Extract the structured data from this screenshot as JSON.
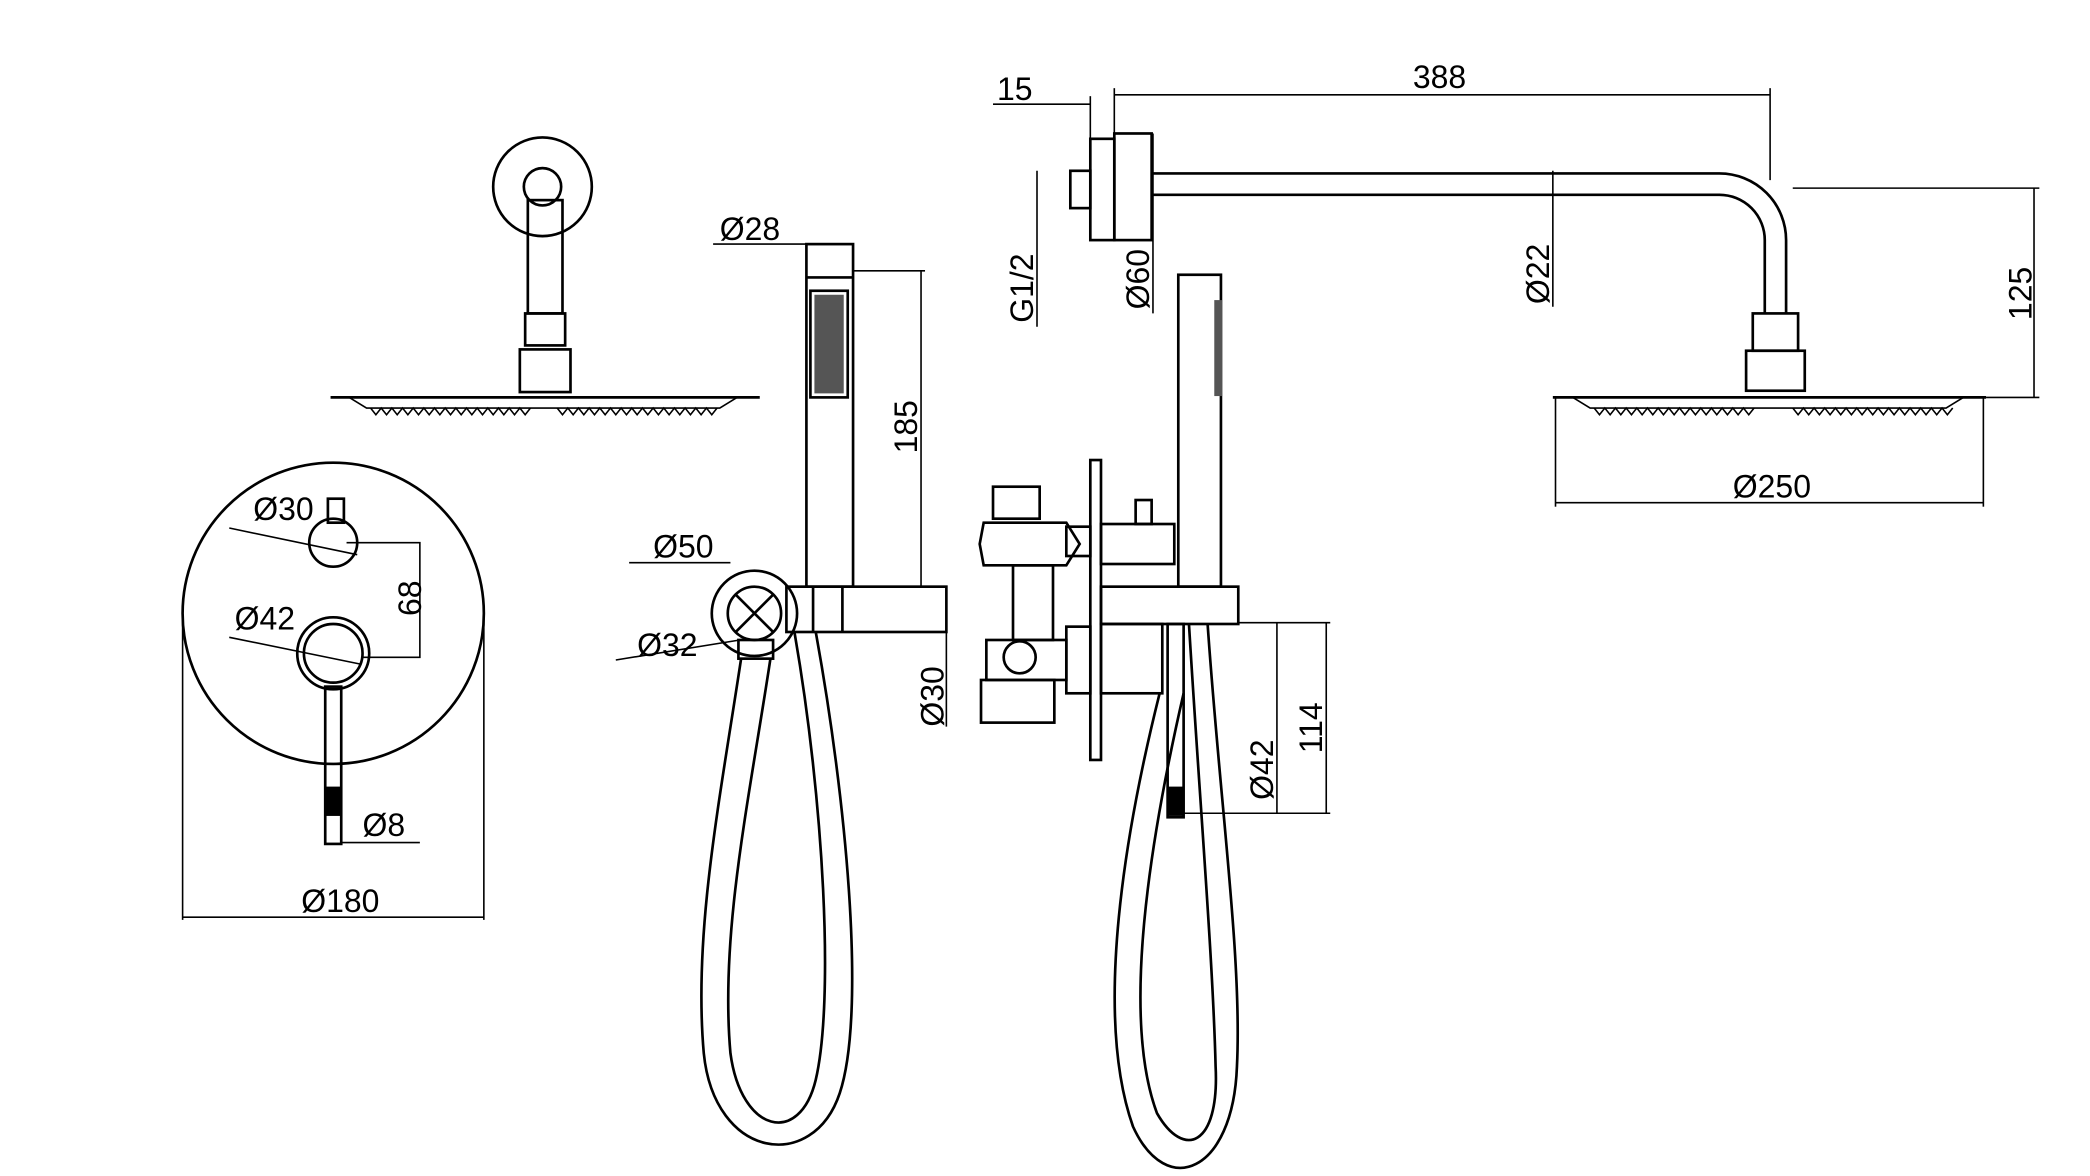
{
  "drawing": {
    "colors": {
      "line": "#000000",
      "background": "#ffffff"
    },
    "dimensions": {
      "wall_offset": "15",
      "arm_length": "388",
      "hand_shower_diameter": "Ø28",
      "hand_shower_length": "185",
      "thread": "G1/2",
      "flange_diameter": "Ø60",
      "arm_diameter": "Ø22",
      "head_drop": "125",
      "head_diameter": "Ø250",
      "small_knob_diameter": "Ø30",
      "knob_spacing": "68",
      "large_knob_diameter": "Ø42",
      "lever_diameter": "Ø8",
      "plate_diameter": "Ø180",
      "holder_diameter": "Ø50",
      "holder_inner_diameter": "Ø32",
      "outlet_diameter": "Ø30",
      "mixer_depth": "114",
      "mixer_body_diameter": "Ø42"
    }
  }
}
